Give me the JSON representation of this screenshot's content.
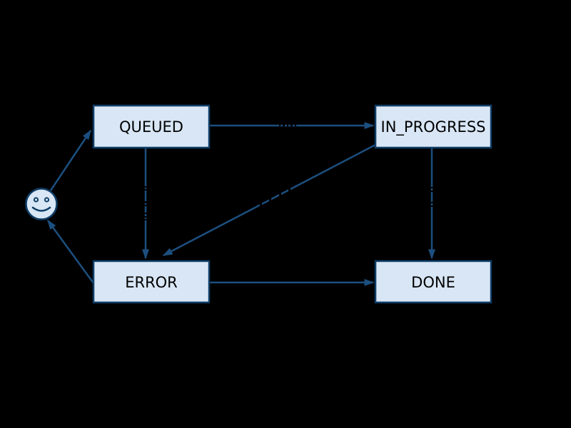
{
  "page": {
    "background": "#000000"
  },
  "diagram": {
    "type": "state-machine",
    "colors": {
      "node_fill": "#d8e6f5",
      "node_border": "#0f3d66",
      "edge": "#1c4f7f",
      "node_text": "#000000"
    },
    "nodes": [
      {
        "id": "start",
        "kind": "smiley-face",
        "label": ""
      },
      {
        "id": "QUEUED",
        "kind": "box",
        "label": "QUEUED"
      },
      {
        "id": "IN_PROGRESS",
        "kind": "box",
        "label": "IN_PROGRESS"
      },
      {
        "id": "ERROR",
        "kind": "box",
        "label": "ERROR"
      },
      {
        "id": "DONE",
        "kind": "box",
        "label": "DONE"
      }
    ],
    "edges": [
      {
        "from": "start",
        "to": "QUEUED"
      },
      {
        "from": "QUEUED",
        "to": "IN_PROGRESS"
      },
      {
        "from": "QUEUED",
        "to": "ERROR"
      },
      {
        "from": "IN_PROGRESS",
        "to": "ERROR"
      },
      {
        "from": "IN_PROGRESS",
        "to": "DONE"
      },
      {
        "from": "ERROR",
        "to": "DONE"
      },
      {
        "from": "ERROR",
        "to": "start"
      }
    ]
  }
}
